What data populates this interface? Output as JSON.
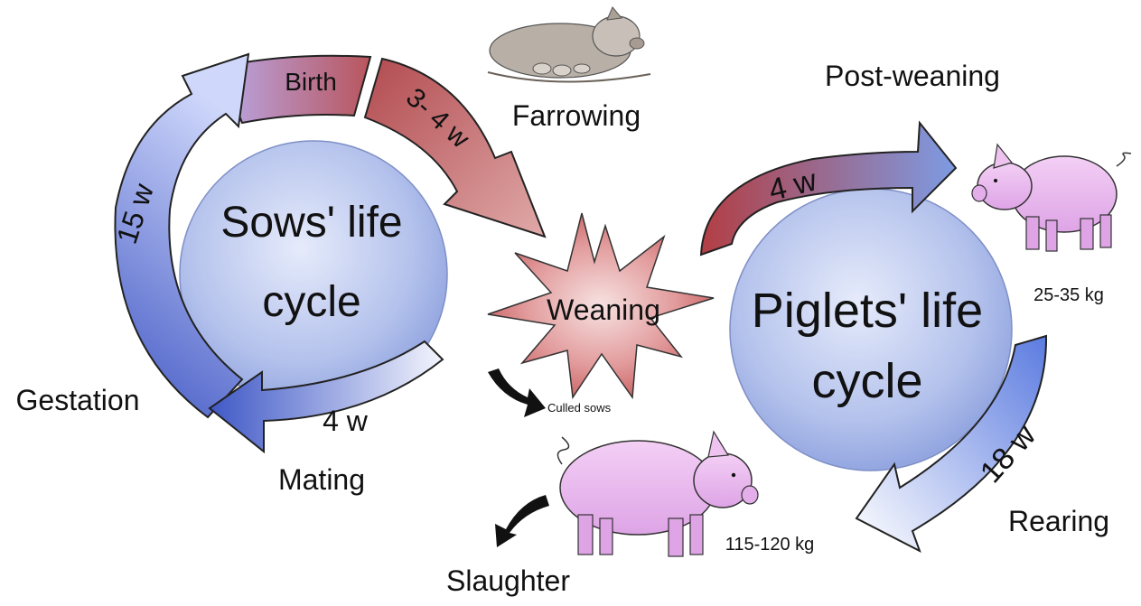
{
  "sows_cycle": {
    "title_line1": "Sows' life",
    "title_line2": "cycle",
    "stages": {
      "birth": "Birth",
      "farrowing_duration": "3- 4 w",
      "farrowing": "Farrowing",
      "gestation_duration": "15 w",
      "gestation": "Gestation",
      "mating_duration": "4 w",
      "mating": "Mating"
    }
  },
  "weaning": "Weaning",
  "culled": "Culled sows",
  "slaughter": "Slaughter",
  "piglets_cycle": {
    "title_line1": "Piglets' life",
    "title_line2": "cycle",
    "stages": {
      "post_weaning_duration": "4 w",
      "post_weaning": "Post-weaning",
      "post_weaning_weight": "25-35 kg",
      "rearing_duration": "18 w",
      "rearing": "Rearing",
      "rearing_weight": "115-120 kg"
    }
  },
  "colors": {
    "circle_fill": "#b4c2ec",
    "red_arrow": "#c05a5a",
    "blue_arrow": "#5b78d8",
    "pink_pig": "#e6b4ec",
    "weaning_star": "#d9797b"
  }
}
